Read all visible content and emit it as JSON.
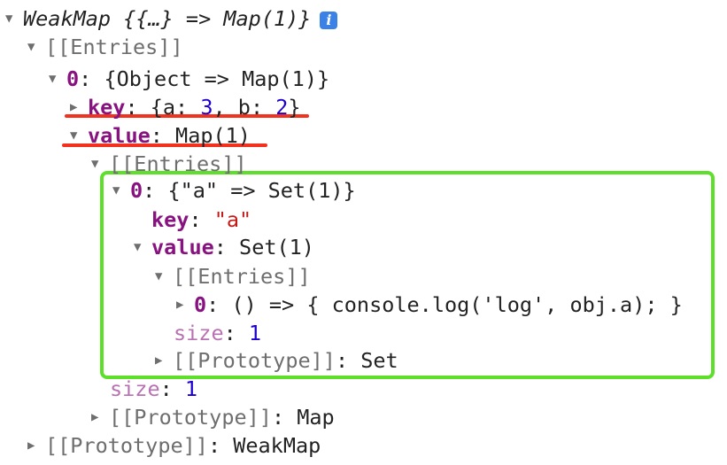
{
  "root": {
    "label": "WeakMap {{…} => Map(1)}",
    "info_icon": "info-icon"
  },
  "entries": "[[Entries]]",
  "entry0": {
    "index": "0",
    "summary": "{Object => Map(1)}"
  },
  "key": {
    "label": "key",
    "open": "{a: ",
    "a": "3",
    "sep": ", b: ",
    "b": "2",
    "close": "}"
  },
  "value": {
    "label": "value",
    "summary": "Map(1)"
  },
  "map_entry0": {
    "index": "0",
    "summary": "{\"a\" => Set(1)}"
  },
  "map_key": {
    "label": "key",
    "value": "\"a\""
  },
  "map_value": {
    "label": "value",
    "summary": "Set(1)"
  },
  "set_entry0": {
    "index": "0",
    "summary": "() => { console.log('log', obj.a); }"
  },
  "set_size": {
    "label": "size",
    "value": "1"
  },
  "set_proto": {
    "label": "[[Prototype]]",
    "value": "Set"
  },
  "map_size": {
    "label": "size",
    "value": "1"
  },
  "map_proto": {
    "label": "[[Prototype]]",
    "value": "Map"
  },
  "weak_proto": {
    "label": "[[Prototype]]",
    "value": "WeakMap"
  },
  "colors": {
    "highlight_green": "#5ee02a",
    "underline_red": "#f2321e",
    "key": "#881280",
    "number": "#1c00cf",
    "string": "#c41a16"
  },
  "sep": ": "
}
